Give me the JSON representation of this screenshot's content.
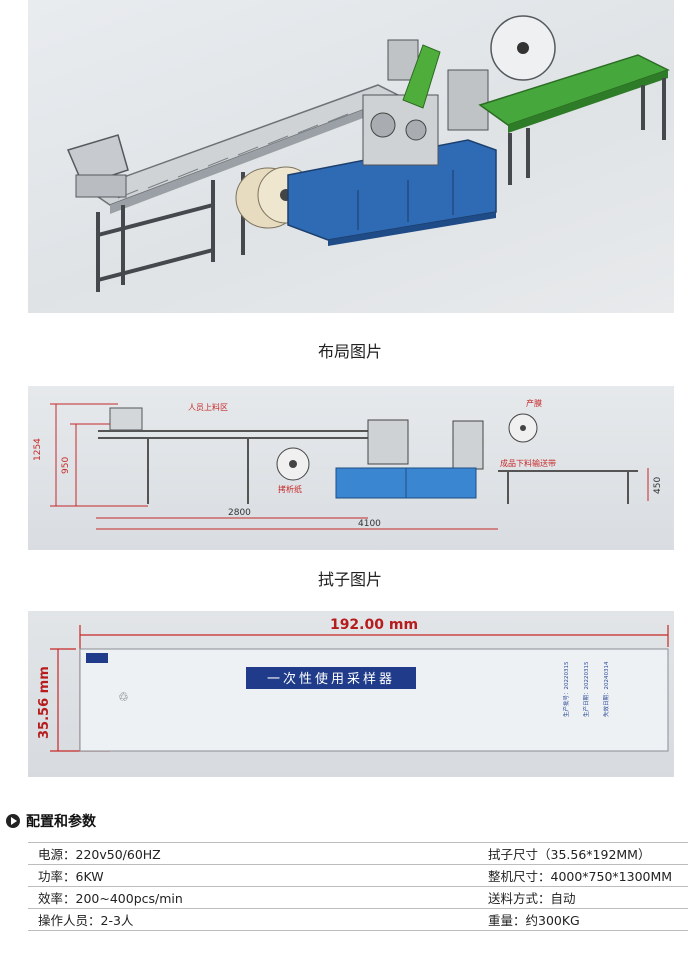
{
  "captions": {
    "layout": "布局图片",
    "wipe": "拭子图片"
  },
  "drawing": {
    "label_top_left": "人员上料区",
    "label_film": "产膜",
    "label_fold_paper": "拷析纸",
    "label_conveyor": "成品下料输送带",
    "dim_height_total": "1254",
    "dim_height_table": "950",
    "dim_length_feed": "2800",
    "dim_length_total": "4100",
    "dim_conveyor_height": "450"
  },
  "wipe_drawing": {
    "length": "192.00 mm",
    "width": "35.56 mm",
    "product_label": "一次性使用采样器",
    "side_text_1": "生产批号：20220315",
    "side_text_2": "生产日期：20220315",
    "side_text_3": "失效日期：20240314"
  },
  "section": {
    "title": "配置和参数"
  },
  "params": [
    {
      "left": "电源：220v50/60HZ",
      "right": "拭子尺寸（35.56*192MM）"
    },
    {
      "left": "功率：6KW",
      "right": "整机尺寸：4000*750*1300MM"
    },
    {
      "left": "效率：200~400pcs/min",
      "right": "送料方式：自动"
    },
    {
      "left": "操作人员：2-3人",
      "right": "重量：约300KG"
    }
  ],
  "colors": {
    "cabinet_blue": "#2f6bb5",
    "belt_green": "#46a83c",
    "dim_red": "#c62828",
    "label_blue": "#1f3b8a"
  }
}
